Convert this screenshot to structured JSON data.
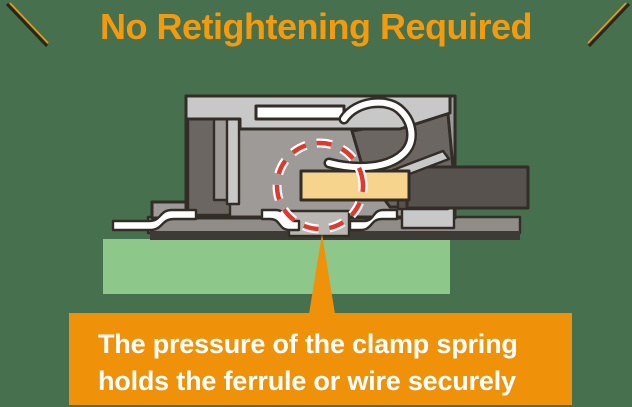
{
  "title": "No Retightening Required",
  "callout": {
    "line1": "The pressure of the clamp spring",
    "line2": "holds the ferrule or wire securely"
  },
  "diagram": {
    "type": "cross-section-illustration",
    "subject": "push-in spring clamp terminal on PCB",
    "highlighted_area": "clamp spring contact point on ferrule",
    "parts": [
      "housing-lid",
      "release-button",
      "clamp-spring",
      "spring-cage",
      "ferrule",
      "wire",
      "contact-seat",
      "solder-legs",
      "pcb-board",
      "highlight-circle",
      "callout-pointer"
    ]
  },
  "colors": {
    "background": "#47704E",
    "accent-orange": "#F0910A",
    "title-orange": "#F59B0B",
    "pcb-green": "#8DC78A",
    "highlight-red": "#E1382D",
    "outline-dark": "#332D28",
    "housing-gray": "#9D9A97",
    "lid-gray": "#C8C8C8",
    "dark-gray": "#6B6662",
    "wire-gray": "#57524E",
    "ferrule-tan": "#F7D48D"
  }
}
